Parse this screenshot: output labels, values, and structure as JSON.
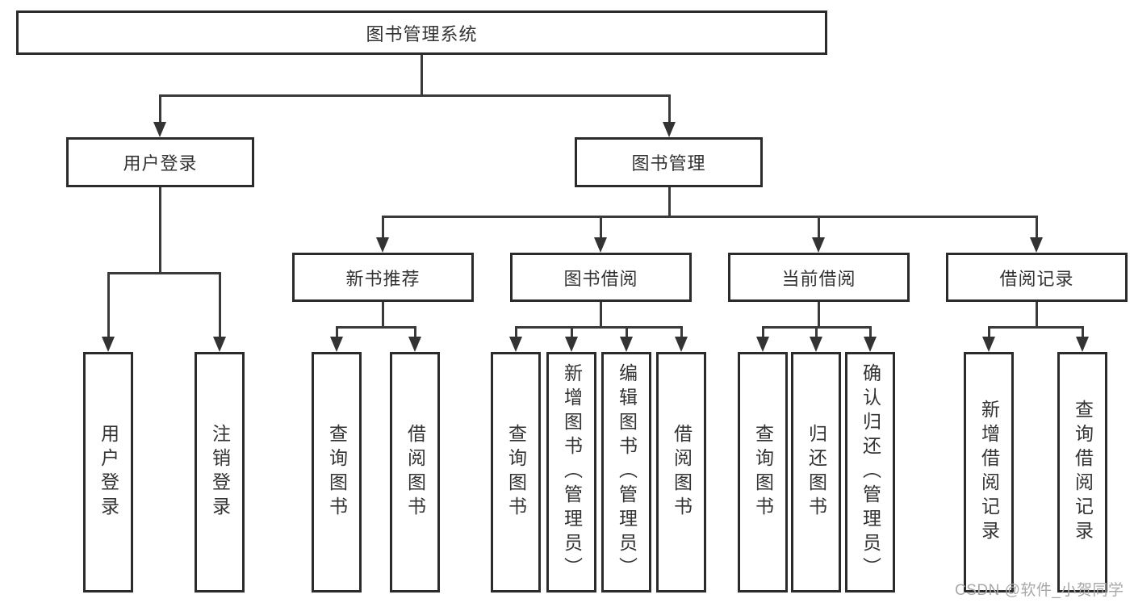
{
  "diagram": {
    "tree": {
      "root": {
        "label": "图书管理系统"
      },
      "branches": [
        {
          "label": "用户登录",
          "children": [
            {
              "label": "用户登录"
            },
            {
              "label": "注销登录"
            }
          ]
        },
        {
          "label": "图书管理",
          "groups": [
            {
              "label": "新书推荐",
              "children": [
                {
                  "label": "查询图书"
                },
                {
                  "label": "借阅图书"
                }
              ]
            },
            {
              "label": "图书借阅",
              "children": [
                {
                  "label": "查询图书"
                },
                {
                  "label": "新增图书（管理员）"
                },
                {
                  "label": "编辑图书（管理员）"
                },
                {
                  "label": "借阅图书"
                }
              ]
            },
            {
              "label": "当前借阅",
              "children": [
                {
                  "label": "查询图书"
                },
                {
                  "label": "归还图书"
                },
                {
                  "label": "确认归还（管理员）"
                }
              ]
            },
            {
              "label": "借阅记录",
              "children": [
                {
                  "label": "新增借阅记录"
                },
                {
                  "label": "查询借阅记录"
                }
              ]
            }
          ]
        }
      ]
    },
    "watermark": {
      "text": "CSDN @软件_小贺同学"
    },
    "colors": {
      "line": "#3a3a3a",
      "box_border": "#2b2b2b",
      "box_fill": "#ffffff",
      "text": "#333333",
      "background": "#ffffff",
      "watermark": "#a8a8a8"
    }
  }
}
